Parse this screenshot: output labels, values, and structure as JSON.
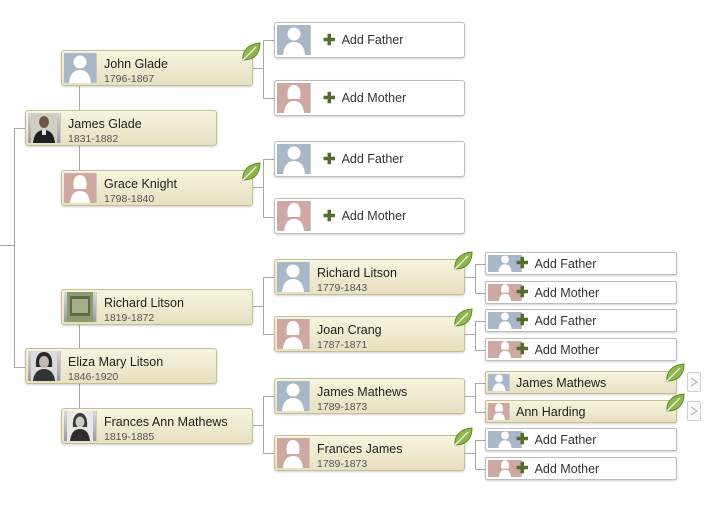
{
  "people": {
    "james_glade": {
      "name": "James Glade",
      "dates": "1831-1882"
    },
    "john_glade": {
      "name": "John Glade",
      "dates": "1796-1867"
    },
    "grace_knight": {
      "name": "Grace Knight",
      "dates": "1798-1840"
    },
    "eliza_mary_litson": {
      "name": "Eliza Mary Litson",
      "dates": "1846-1920"
    },
    "richard_litson_1819": {
      "name": "Richard Litson",
      "dates": "1819-1872"
    },
    "frances_ann_mathews": {
      "name": "Frances Ann Mathews",
      "dates": "1819-1885"
    },
    "richard_litson_1779": {
      "name": "Richard Litson",
      "dates": "1779-1843"
    },
    "joan_crang": {
      "name": "Joan Crang",
      "dates": "1787-1871"
    },
    "james_mathews_1789": {
      "name": "James Mathews",
      "dates": "1789-1873"
    },
    "frances_james": {
      "name": "Frances James",
      "dates": "1789-1873"
    },
    "james_mathews_gen4": {
      "name": "James Mathews"
    },
    "ann_harding": {
      "name": "Ann Harding"
    }
  },
  "labels": {
    "add_father": "Add Father",
    "add_mother": "Add Mother"
  },
  "colors": {
    "card_bg_top": "#f7f4df",
    "card_bg_bottom": "#e7e1c1",
    "male_silhouette": "#a7b9c8",
    "female_silhouette": "#cfa8a2",
    "plus_green": "#556b2f",
    "leaf_green": "#8db94a"
  },
  "icons": {
    "hint": "leaf-hint-icon",
    "expand": "expand-arrow-icon",
    "male": "male-silhouette-icon",
    "female": "female-silhouette-icon",
    "add": "plus-icon"
  }
}
